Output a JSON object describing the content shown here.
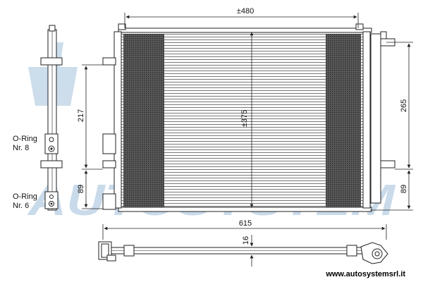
{
  "dimensions": {
    "width_top": "±480",
    "height_core": "±375",
    "right_265": "265",
    "right_89": "89",
    "left_217": "217",
    "left_89": "89",
    "overall_615": "615",
    "thickness_16": "16"
  },
  "labels": {
    "oring_top_line1": "O-Ring",
    "oring_top_line2": "Nr. 8",
    "oring_bottom_line1": "O-Ring",
    "oring_bottom_line2": "Nr. 6"
  },
  "watermark": {
    "brand": "AUTOSYSTEM"
  },
  "website": "www.autosystemsrl.it",
  "colors": {
    "line": "#222222",
    "fin_dark": "#4a4a4a",
    "watermark": "#bcd2e6"
  }
}
